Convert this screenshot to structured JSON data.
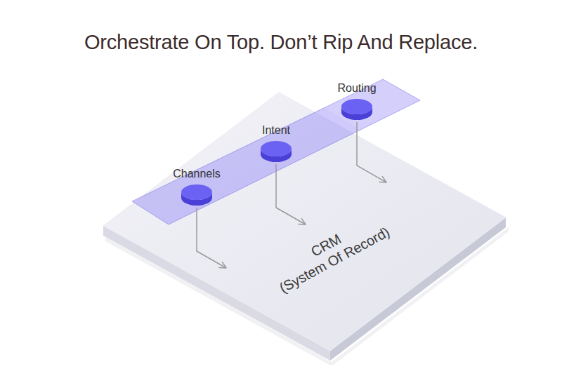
{
  "diagram": {
    "title": "Orchestrate On Top. Don’t Rip And Replace.",
    "nodes": [
      {
        "text": [
          "Channels"
        ]
      },
      {
        "text": [
          "Intent"
        ]
      },
      {
        "text": [
          "Routing"
        ]
      },
      {
        "text": [
          "CRM (System Of Record)"
        ]
      }
    ],
    "edges": [
      {
        "from": 0,
        "to": 3,
        "arrow": "to"
      },
      {
        "from": 1,
        "to": 3,
        "arrow": "to"
      },
      {
        "from": 2,
        "to": 3,
        "arrow": "to"
      }
    ]
  }
}
